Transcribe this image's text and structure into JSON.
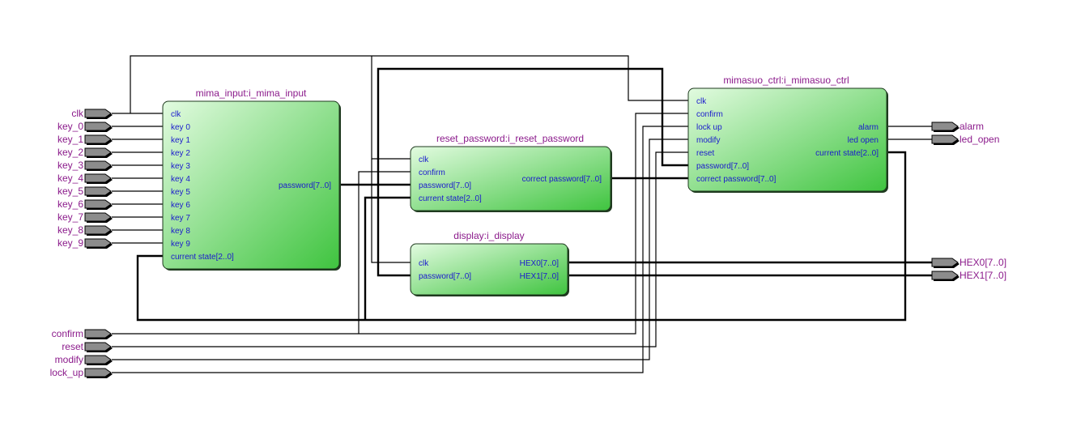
{
  "colors": {
    "pin_label": "#8b1a8b",
    "port_label": "#1a1acd",
    "block_gradient_start": "#e2fbe0",
    "block_gradient_end": "#3fc43f",
    "block_border": "#1f3a1f",
    "pin_fill": "#8c8c8c",
    "wire": "#000000"
  },
  "input_pins": [
    {
      "name": "clk"
    },
    {
      "name": "key_0"
    },
    {
      "name": "key_1"
    },
    {
      "name": "key_2"
    },
    {
      "name": "key_3"
    },
    {
      "name": "key_4"
    },
    {
      "name": "key_5"
    },
    {
      "name": "key_6"
    },
    {
      "name": "key_7"
    },
    {
      "name": "key_8"
    },
    {
      "name": "key_9"
    },
    {
      "name": "confirm"
    },
    {
      "name": "reset"
    },
    {
      "name": "modify"
    },
    {
      "name": "lock_up"
    }
  ],
  "output_pins": [
    {
      "name": "alarm"
    },
    {
      "name": "led_open"
    },
    {
      "name": "HEX0[7..0]"
    },
    {
      "name": "HEX1[7..0]"
    }
  ],
  "blocks": {
    "mima_input": {
      "title": "mima_input:i_mima_input",
      "inputs": [
        "clk",
        "key 0",
        "key 1",
        "key 2",
        "key 3",
        "key 4",
        "key 5",
        "key 6",
        "key 7",
        "key 8",
        "key 9",
        "current  state[2..0]"
      ],
      "outputs": [
        "password[7..0]"
      ]
    },
    "reset_password": {
      "title": "reset_password:i_reset_password",
      "inputs": [
        "clk",
        "confirm",
        "password[7..0]",
        "current  state[2..0]"
      ],
      "outputs": [
        "correct  password[7..0]"
      ]
    },
    "display": {
      "title": "display:i_display",
      "inputs": [
        "clk",
        "password[7..0]"
      ],
      "outputs": [
        "HEX0[7..0]",
        "HEX1[7..0]"
      ]
    },
    "mimasuo_ctrl": {
      "title": "mimasuo_ctrl:i_mimasuo_ctrl",
      "inputs": [
        "clk",
        "confirm",
        "lock  up",
        "modify",
        "reset",
        "password[7..0]",
        "correct  password[7..0]"
      ],
      "outputs": [
        "alarm",
        "led  open",
        "current  state[2..0]"
      ]
    }
  }
}
